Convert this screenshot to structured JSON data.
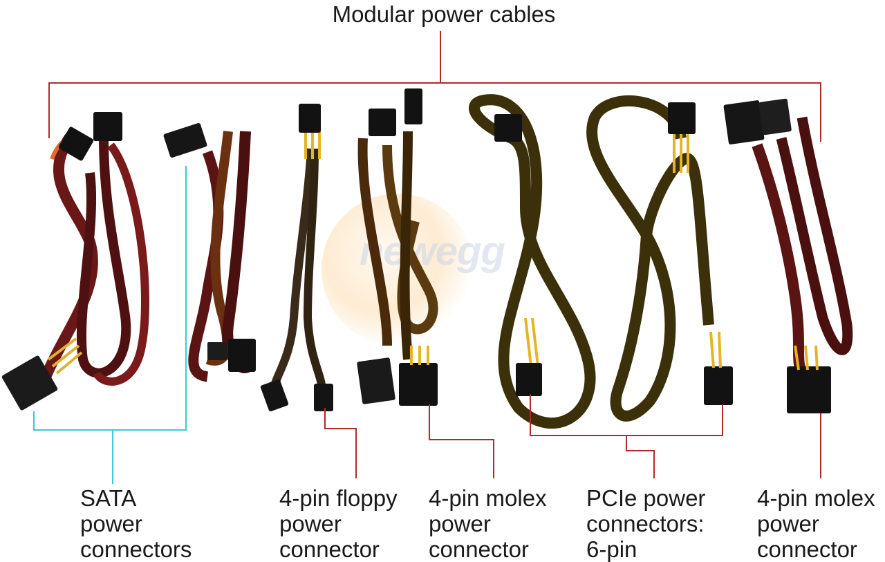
{
  "title": "Modular power cables",
  "watermark": "newegg",
  "labels": {
    "sata": [
      "SATA",
      "power",
      "connectors"
    ],
    "floppy": [
      "4-pin floppy",
      "power",
      "connector"
    ],
    "molex_a": [
      "4-pin molex",
      "power",
      "connector"
    ],
    "pcie": [
      "PCIe power",
      "connectors:",
      "6-pin"
    ],
    "molex_b": [
      "4-pin molex",
      "power",
      "connector"
    ]
  },
  "colors": {
    "bracket_red": "#b02a2a",
    "bracket_cyan": "#36c9d6",
    "cable_red": "#5b1414",
    "cable_yellow": "#5a4a12",
    "connector": "#121212"
  }
}
